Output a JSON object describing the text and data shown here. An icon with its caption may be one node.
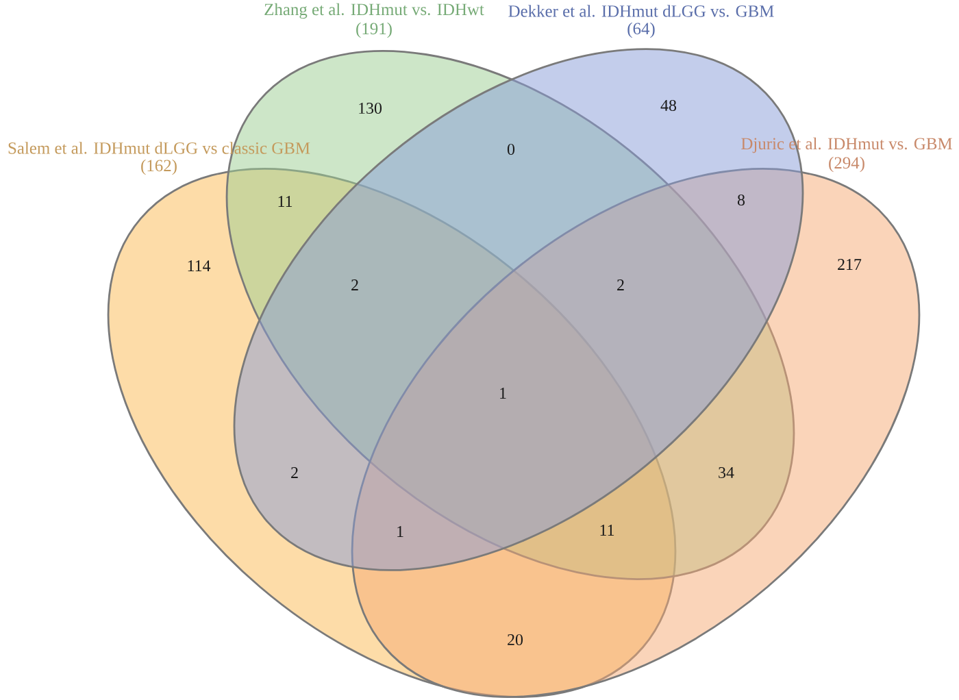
{
  "diagram": {
    "nodes": [
      {
        "text": [
          "Zhang et al. IDHmut vs. IDHwt",
          "(191)"
        ]
      },
      {
        "text": [
          "Dekker et al. IDHmut dLGG vs. GBM",
          "(64)"
        ]
      },
      {
        "text": [
          "Salem et al. IDHmut dLGG vs classic GBM",
          "(162)"
        ]
      },
      {
        "text": [
          "Djuric et al. IDHmut vs. GBM",
          "(294)"
        ]
      }
    ],
    "labels": [
      "130",
      "48",
      "0",
      "11",
      "8",
      "114",
      "217",
      "2",
      "2",
      "1",
      "2",
      "34",
      "1",
      "11",
      "20"
    ]
  }
}
